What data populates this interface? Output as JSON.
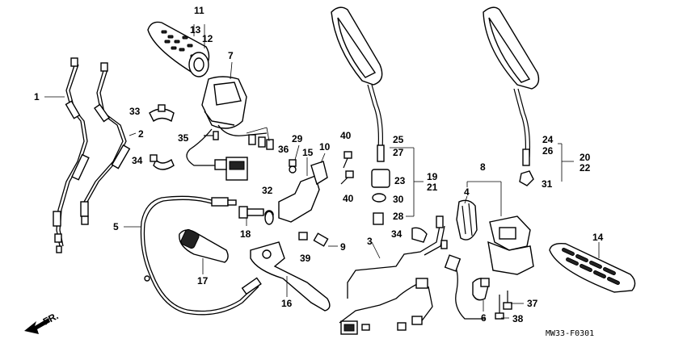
{
  "labels": {
    "l1": "1",
    "l2": "2",
    "l3": "3",
    "l4": "4",
    "l5": "5",
    "l6": "6",
    "l7": "7",
    "l8": "8",
    "l9": "9",
    "l10": "10",
    "l11": "11",
    "l12": "12",
    "l13": "13",
    "l14": "14",
    "l15": "15",
    "l16": "16",
    "l17": "17",
    "l18": "18",
    "l19": "19",
    "l20": "20",
    "l21": "21",
    "l22": "22",
    "l23": "23",
    "l24": "24",
    "l25": "25",
    "l26": "26",
    "l27": "27",
    "l28": "28",
    "l29": "29",
    "l30": "30",
    "l31": "31",
    "l32": "32",
    "l33": "33",
    "l34a": "34",
    "l34b": "34",
    "l35": "35",
    "l36": "36",
    "l37": "37",
    "l38": "38",
    "l39": "39",
    "l40a": "40",
    "l40b": "40"
  },
  "direction_label": "FR.",
  "diagram_code": "MW33-F0301"
}
